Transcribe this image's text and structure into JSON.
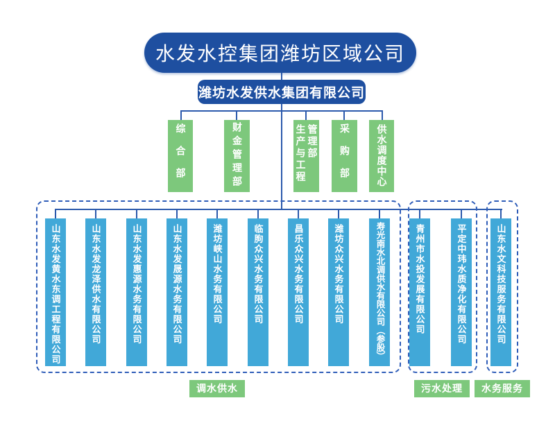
{
  "root_company": "水发水控集团潍坊区域公司",
  "group_company": "潍坊水发供水集团有限公司",
  "departments": [
    "综合部",
    "财金管理部",
    "生产与工程\n管理部",
    "采购部",
    "供水调度中心"
  ],
  "subsidiaries": [
    "山东水发黄水东调工程有限公司",
    "山东水发龙泽供水有限公司",
    "山东水发惠源水务有限公司",
    "山东水发晟源水务有限公司",
    "潍坊峡山水务有限公司",
    "临朐众兴水务有限公司",
    "昌乐众兴水务有限公司",
    "潍坊众兴水务有限公司",
    "寿光南水北调供水有限公司（参股）",
    "青州市水投发展有限公司",
    "平定中玮水质净化有限公司",
    "山东水文科技服务有限公司"
  ],
  "business_groups": [
    "调水供水",
    "污水处理",
    "水务服务"
  ],
  "colors": {
    "primary_blue": "#1e4fa0",
    "department_green": "#7dc87c",
    "subsidiary_blue": "#41a8d8",
    "connector_blue": "#2b59ac",
    "dashed_border_blue": "#2e5cb8"
  }
}
